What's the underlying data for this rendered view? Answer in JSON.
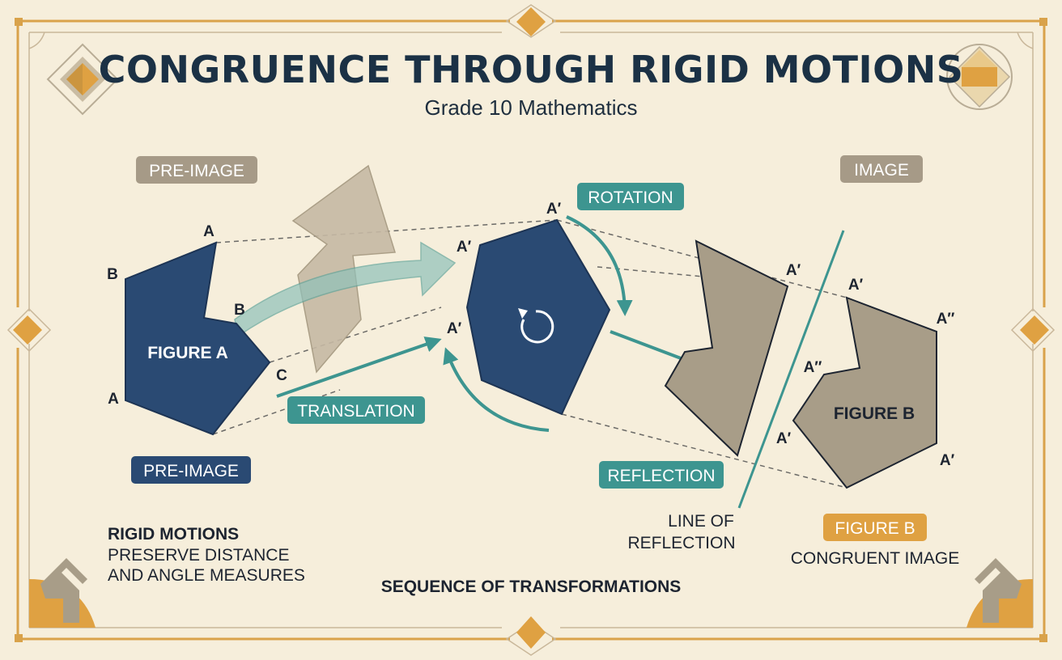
{
  "title": "CONGRUENCE THROUGH RIGID MOTIONS",
  "subtitle": "Grade 10 Mathematics",
  "badges": {
    "pre_image_top": "PRE-IMAGE",
    "pre_image_bottom": "PRE-IMAGE",
    "image": "IMAGE",
    "rotation": "ROTATION",
    "translation": "TRANSLATION",
    "reflection": "REFLECTION",
    "figure_b": "FIGURE B"
  },
  "figures": {
    "figure_a": "FIGURE A",
    "figure_b": "FIGURE B"
  },
  "points": {
    "fa_a_top": "A",
    "fa_b_left": "B",
    "fa_b_notch": "B",
    "fa_c": "C",
    "fa_a_bottom": "A",
    "rot_a_top": "A′",
    "rot_a_left": "A′",
    "rot_a_mid": "A′",
    "refl_a_top": "A′",
    "fb_a_top": "A′",
    "fb_a2_right": "A″",
    "fb_a2_notch": "A″",
    "fb_a_left": "A′",
    "fb_a_bottom": "A′"
  },
  "line_of_reflection": [
    "LINE OF",
    "REFLECTION"
  ],
  "congruent_image": "CONGRUENT IMAGE",
  "rigid_motions": {
    "heading": "RIGID MOTIONS",
    "lines": [
      "PRESERVE DISTANCE",
      "AND ANGLE MEASURES"
    ]
  },
  "sequence_label": "SEQUENCE OF TRANSFORMATIONS",
  "colors": {
    "background": "#f6eedb",
    "frame": "#d9a24a",
    "navy": "#2a4a73",
    "taupe": "#a89d88",
    "teal": "#3d9590",
    "pre_image_badge": "#a69a87",
    "image_badge_orange": "#dfa142",
    "title_text": "#1b3145"
  },
  "icons": [
    "rotate-arrow-icon",
    "corner-diamond-icon",
    "medallion-icon"
  ]
}
